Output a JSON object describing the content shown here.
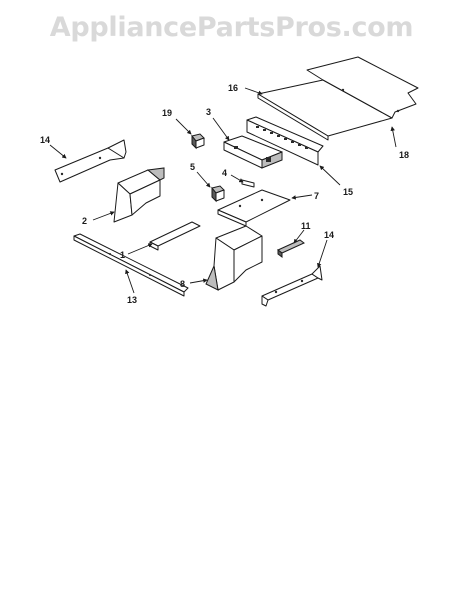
{
  "watermark": "AppliancePartsPros.com",
  "callouts": {
    "c1": "1",
    "c2": "2",
    "c3": "3",
    "c4": "4",
    "c5": "5",
    "c7": "7",
    "c8": "8",
    "c11": "11",
    "c13": "13",
    "c14a": "14",
    "c14b": "14",
    "c15": "15",
    "c16": "16",
    "c18": "18",
    "c19": "19"
  }
}
